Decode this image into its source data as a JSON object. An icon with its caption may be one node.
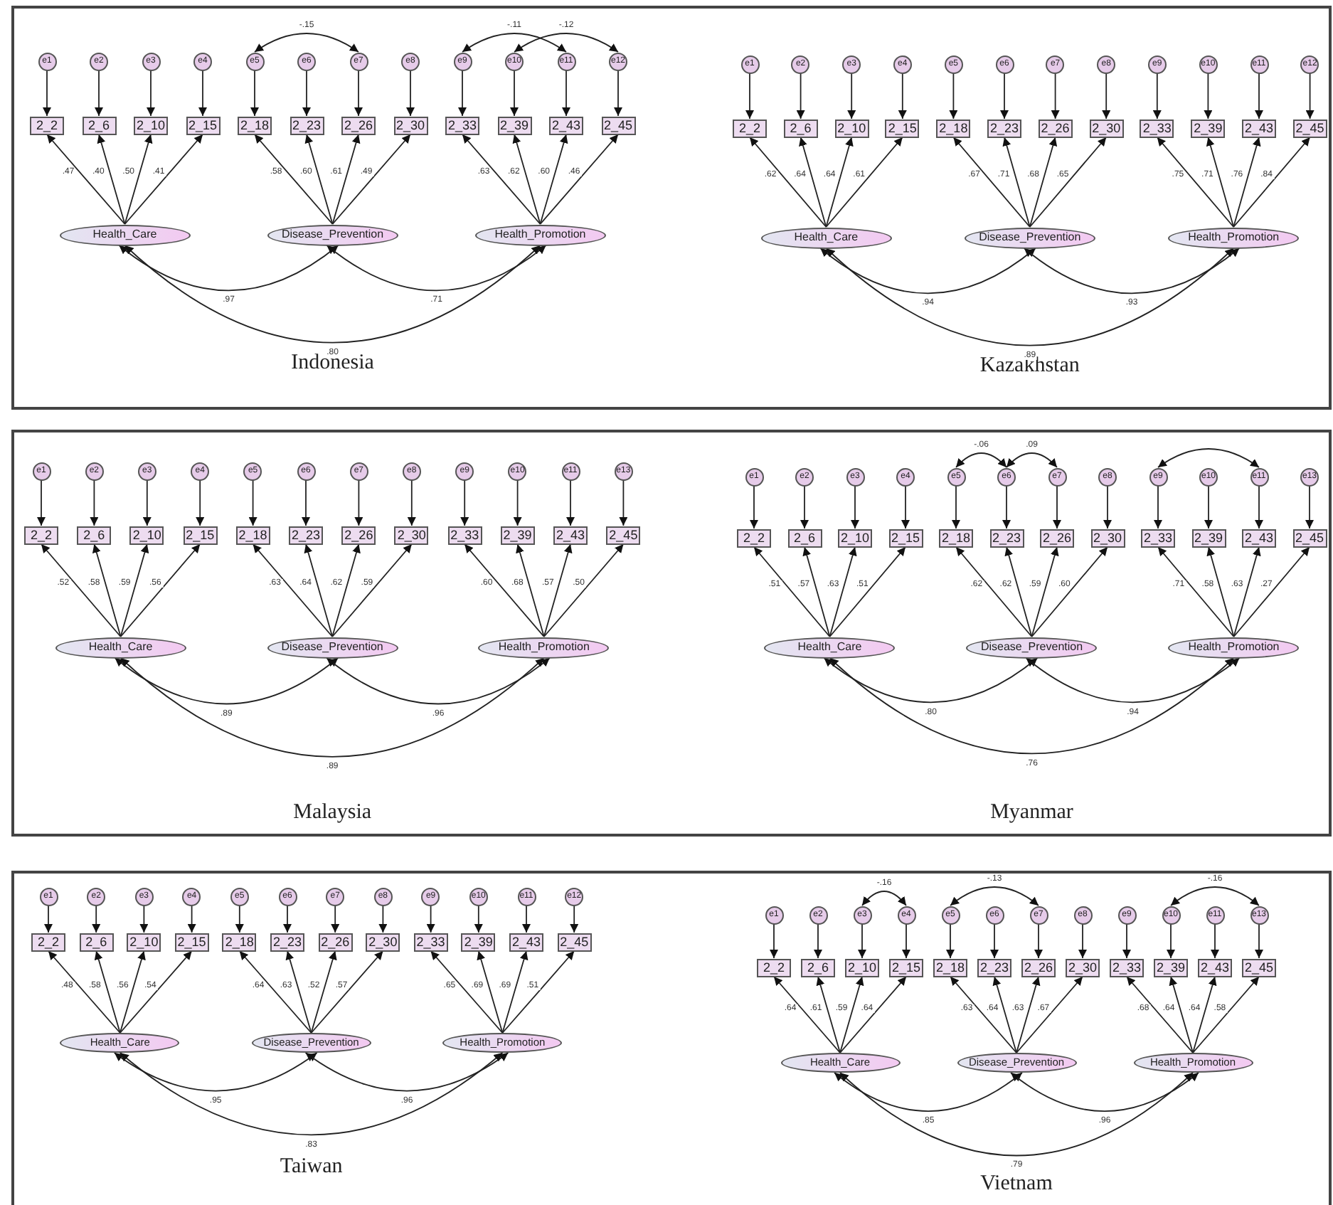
{
  "diagram": {
    "nodes": [
      {
        "text": [
          "Indonesia",
          "Kazakhstan"
        ]
      },
      {
        "text": [
          "e1"
        ],
        "in": 0
      },
      {
        "text": [
          "e2"
        ],
        "in": 0
      },
      {
        "text": [
          "e3"
        ],
        "in": 0
      },
      {
        "text": [
          "e4"
        ],
        "in": 0
      },
      {
        "text": [
          "e5"
        ],
        "in": 0
      },
      {
        "text": [
          "e6"
        ],
        "in": 0
      },
      {
        "text": [
          "e7"
        ],
        "in": 0
      },
      {
        "text": [
          "e8"
        ],
        "in": 0
      },
      {
        "text": [
          "e9"
        ],
        "in": 0
      },
      {
        "text": [
          "e10"
        ],
        "in": 0
      },
      {
        "text": [
          "e11"
        ],
        "in": 0
      },
      {
        "text": [
          "e12"
        ],
        "in": 0
      },
      {
        "text": [
          "2_2"
        ],
        "in": 0
      },
      {
        "text": [
          "2_6"
        ],
        "in": 0
      },
      {
        "text": [
          "2_10"
        ],
        "in": 0
      },
      {
        "text": [
          "2_15"
        ],
        "in": 0
      },
      {
        "text": [
          "2_18"
        ],
        "in": 0
      },
      {
        "text": [
          "2_23"
        ],
        "in": 0
      },
      {
        "text": [
          "2_26"
        ],
        "in": 0
      },
      {
        "text": [
          "2_30"
        ],
        "in": 0
      },
      {
        "text": [
          "2_33"
        ],
        "in": 0
      },
      {
        "text": [
          "2_39"
        ],
        "in": 0
      },
      {
        "text": [
          "2_43"
        ],
        "in": 0
      },
      {
        "text": [
          "2_45"
        ],
        "in": 0
      },
      {
        "text": [
          "Health_Care"
        ],
        "in": 0
      },
      {
        "text": [
          "Disease_Prevention"
        ],
        "in": 0
      },
      {
        "text": [
          "Health_Promotion"
        ],
        "in": 0
      },
      {
        "text": [
          "e1"
        ],
        "in": 0
      },
      {
        "text": [
          "e2"
        ],
        "in": 0
      },
      {
        "text": [
          "e3"
        ],
        "in": 0
      },
      {
        "text": [
          "e4"
        ],
        "in": 0
      },
      {
        "text": [
          "e5"
        ],
        "in": 0
      },
      {
        "text": [
          "e6"
        ],
        "in": 0
      },
      {
        "text": [
          "e7"
        ],
        "in": 0
      },
      {
        "text": [
          "e8"
        ],
        "in": 0
      },
      {
        "text": [
          "e9"
        ],
        "in": 0
      },
      {
        "text": [
          "e10"
        ],
        "in": 0
      },
      {
        "text": [
          "e11"
        ],
        "in": 0
      },
      {
        "text": [
          "e12"
        ],
        "in": 0
      },
      {
        "text": [
          "2_2"
        ],
        "in": 0
      },
      {
        "text": [
          "2_6"
        ],
        "in": 0
      },
      {
        "text": [
          "2_10"
        ],
        "in": 0
      },
      {
        "text": [
          "2_15"
        ],
        "in": 0
      },
      {
        "text": [
          "2_18"
        ],
        "in": 0
      },
      {
        "text": [
          "2_23"
        ],
        "in": 0
      },
      {
        "text": [
          "2_26"
        ],
        "in": 0
      },
      {
        "text": [
          "2_30"
        ],
        "in": 0
      },
      {
        "text": [
          "2_33"
        ],
        "in": 0
      },
      {
        "text": [
          "2_39"
        ],
        "in": 0
      },
      {
        "text": [
          "2_43"
        ],
        "in": 0
      },
      {
        "text": [
          "2_45"
        ],
        "in": 0
      },
      {
        "text": [
          "Health_Care"
        ],
        "in": 0
      },
      {
        "text": [
          "Disease_Prevention"
        ],
        "in": 0
      },
      {
        "text": [
          "Health_Promotion"
        ],
        "in": 0
      },
      {
        "text": [
          "Malaysia",
          "Myanmar"
        ]
      },
      {
        "text": [
          "e1"
        ],
        "in": 55
      },
      {
        "text": [
          "e2"
        ],
        "in": 55
      },
      {
        "text": [
          "e3"
        ],
        "in": 55
      },
      {
        "text": [
          "e4"
        ],
        "in": 55
      },
      {
        "text": [
          "e5"
        ],
        "in": 55
      },
      {
        "text": [
          "e6"
        ],
        "in": 55
      },
      {
        "text": [
          "e7"
        ],
        "in": 55
      },
      {
        "text": [
          "e8"
        ],
        "in": 55
      },
      {
        "text": [
          "e9"
        ],
        "in": 55
      },
      {
        "text": [
          "e10"
        ],
        "in": 55
      },
      {
        "text": [
          "e11"
        ],
        "in": 55
      },
      {
        "text": [
          "e13"
        ],
        "in": 55
      },
      {
        "text": [
          "2_2"
        ],
        "in": 55
      },
      {
        "text": [
          "2_6"
        ],
        "in": 55
      },
      {
        "text": [
          "2_10"
        ],
        "in": 55
      },
      {
        "text": [
          "2_15"
        ],
        "in": 55
      },
      {
        "text": [
          "2_18"
        ],
        "in": 55
      },
      {
        "text": [
          "2_23"
        ],
        "in": 55
      },
      {
        "text": [
          "2_26"
        ],
        "in": 55
      },
      {
        "text": [
          "2_30"
        ],
        "in": 55
      },
      {
        "text": [
          "2_33"
        ],
        "in": 55
      },
      {
        "text": [
          "2_39"
        ],
        "in": 55
      },
      {
        "text": [
          "2_43"
        ],
        "in": 55
      },
      {
        "text": [
          "2_45"
        ],
        "in": 55
      },
      {
        "text": [
          "Health_Care"
        ],
        "in": 55
      },
      {
        "text": [
          "Disease_Prevention"
        ],
        "in": 55
      },
      {
        "text": [
          "Health_Promotion"
        ],
        "in": 55
      },
      {
        "text": [
          "e1"
        ],
        "in": 55
      },
      {
        "text": [
          "e2"
        ],
        "in": 55
      },
      {
        "text": [
          "e3"
        ],
        "in": 55
      },
      {
        "text": [
          "e4"
        ],
        "in": 55
      },
      {
        "text": [
          "e5"
        ],
        "in": 55
      },
      {
        "text": [
          "e6"
        ],
        "in": 55
      },
      {
        "text": [
          "e7"
        ],
        "in": 55
      },
      {
        "text": [
          "e8"
        ],
        "in": 55
      },
      {
        "text": [
          "e9"
        ],
        "in": 55
      },
      {
        "text": [
          "e10"
        ],
        "in": 55
      },
      {
        "text": [
          "e11"
        ],
        "in": 55
      },
      {
        "text": [
          "e13"
        ],
        "in": 55
      },
      {
        "text": [
          "2_2"
        ],
        "in": 55
      },
      {
        "text": [
          "2_6"
        ],
        "in": 55
      },
      {
        "text": [
          "2_10"
        ],
        "in": 55
      },
      {
        "text": [
          "2_15"
        ],
        "in": 55
      },
      {
        "text": [
          "2_18"
        ],
        "in": 55
      },
      {
        "text": [
          "2_23"
        ],
        "in": 55
      },
      {
        "text": [
          "2_26"
        ],
        "in": 55
      },
      {
        "text": [
          "2_30"
        ],
        "in": 55
      },
      {
        "text": [
          "2_33"
        ],
        "in": 55
      },
      {
        "text": [
          "2_39"
        ],
        "in": 55
      },
      {
        "text": [
          "2_43"
        ],
        "in": 55
      },
      {
        "text": [
          "2_45"
        ],
        "in": 55
      },
      {
        "text": [
          "Health_Care"
        ],
        "in": 55
      },
      {
        "text": [
          "Disease_Prevention"
        ],
        "in": 55
      },
      {
        "text": [
          "Health_Promotion"
        ],
        "in": 55
      },
      {
        "text": [
          "Taiwan",
          "Vietnam"
        ]
      },
      {
        "text": [
          "e1"
        ],
        "in": 110
      },
      {
        "text": [
          "e2"
        ],
        "in": 110
      },
      {
        "text": [
          "e3"
        ],
        "in": 110
      },
      {
        "text": [
          "e4"
        ],
        "in": 110
      },
      {
        "text": [
          "e5"
        ],
        "in": 110
      },
      {
        "text": [
          "e6"
        ],
        "in": 110
      },
      {
        "text": [
          "e7"
        ],
        "in": 110
      },
      {
        "text": [
          "e8"
        ],
        "in": 110
      },
      {
        "text": [
          "e9"
        ],
        "in": 110
      },
      {
        "text": [
          "e10"
        ],
        "in": 110
      },
      {
        "text": [
          "e11"
        ],
        "in": 110
      },
      {
        "text": [
          "e12"
        ],
        "in": 110
      },
      {
        "text": [
          "2_2"
        ],
        "in": 110
      },
      {
        "text": [
          "2_6"
        ],
        "in": 110
      },
      {
        "text": [
          "2_10"
        ],
        "in": 110
      },
      {
        "text": [
          "2_15"
        ],
        "in": 110
      },
      {
        "text": [
          "2_18"
        ],
        "in": 110
      },
      {
        "text": [
          "2_23"
        ],
        "in": 110
      },
      {
        "text": [
          "2_26"
        ],
        "in": 110
      },
      {
        "text": [
          "2_30"
        ],
        "in": 110
      },
      {
        "text": [
          "2_33"
        ],
        "in": 110
      },
      {
        "text": [
          "2_39"
        ],
        "in": 110
      },
      {
        "text": [
          "2_43"
        ],
        "in": 110
      },
      {
        "text": [
          "2_45"
        ],
        "in": 110
      },
      {
        "text": [
          "Health_Care"
        ],
        "in": 110
      },
      {
        "text": [
          "Disease_Prevention"
        ],
        "in": 110
      },
      {
        "text": [
          "Health_Promotion"
        ],
        "in": 110
      },
      {
        "text": [
          "e1"
        ],
        "in": 110
      },
      {
        "text": [
          "e2"
        ],
        "in": 110
      },
      {
        "text": [
          "e3"
        ],
        "in": 110
      },
      {
        "text": [
          "e4"
        ],
        "in": 110
      },
      {
        "text": [
          "e5"
        ],
        "in": 110
      },
      {
        "text": [
          "e6"
        ],
        "in": 110
      },
      {
        "text": [
          "e7"
        ],
        "in": 110
      },
      {
        "text": [
          "e8"
        ],
        "in": 110
      },
      {
        "text": [
          "e9"
        ],
        "in": 110
      },
      {
        "text": [
          "e10"
        ],
        "in": 110
      },
      {
        "text": [
          "e11"
        ],
        "in": 110
      },
      {
        "text": [
          "e13"
        ],
        "in": 110
      },
      {
        "text": [
          "2_2"
        ],
        "in": 110
      },
      {
        "text": [
          "2_6"
        ],
        "in": 110
      },
      {
        "text": [
          "2_10"
        ],
        "in": 110
      },
      {
        "text": [
          "2_15"
        ],
        "in": 110
      },
      {
        "text": [
          "2_18"
        ],
        "in": 110
      },
      {
        "text": [
          "2_23"
        ],
        "in": 110
      },
      {
        "text": [
          "2_26"
        ],
        "in": 110
      },
      {
        "text": [
          "2_30"
        ],
        "in": 110
      },
      {
        "text": [
          "2_33"
        ],
        "in": 110
      },
      {
        "text": [
          "2_39"
        ],
        "in": 110
      },
      {
        "text": [
          "2_43"
        ],
        "in": 110
      },
      {
        "text": [
          "2_45"
        ],
        "in": 110
      },
      {
        "text": [
          "Health_Care"
        ],
        "in": 110
      },
      {
        "text": [
          "Disease_Prevention"
        ],
        "in": 110
      },
      {
        "text": [
          "Health_Promotion"
        ],
        "in": 110
      }
    ],
    "edges": [
      {
        "from": 1,
        "to": 13,
        "arrow": "to"
      },
      {
        "from": 2,
        "to": 14,
        "arrow": "to"
      },
      {
        "from": 3,
        "to": 15,
        "arrow": "to"
      },
      {
        "from": 4,
        "to": 16,
        "arrow": "to"
      },
      {
        "from": 5,
        "to": 17,
        "arrow": "to"
      },
      {
        "from": 6,
        "to": 18,
        "arrow": "to"
      },
      {
        "from": 7,
        "to": 19,
        "arrow": "to"
      },
      {
        "from": 8,
        "to": 20,
        "arrow": "to"
      },
      {
        "from": 9,
        "to": 21,
        "arrow": "to"
      },
      {
        "from": 10,
        "to": 22,
        "arrow": "to"
      },
      {
        "from": 11,
        "to": 23,
        "arrow": "to"
      },
      {
        "from": 12,
        "to": 24,
        "arrow": "to"
      },
      {
        "from": 25,
        "to": 13,
        "arrow": "to",
        "label": ".47"
      },
      {
        "from": 25,
        "to": 14,
        "arrow": "to",
        "label": ".40"
      },
      {
        "from": 25,
        "to": 15,
        "arrow": "to",
        "label": ".50"
      },
      {
        "from": 25,
        "to": 16,
        "arrow": "to",
        "label": ".41"
      },
      {
        "from": 26,
        "to": 17,
        "arrow": "to",
        "label": ".58"
      },
      {
        "from": 26,
        "to": 18,
        "arrow": "to",
        "label": ".60"
      },
      {
        "from": 26,
        "to": 19,
        "arrow": "to",
        "label": ".61"
      },
      {
        "from": 26,
        "to": 20,
        "arrow": "to",
        "label": ".49"
      },
      {
        "from": 27,
        "to": 21,
        "arrow": "to",
        "label": ".63"
      },
      {
        "from": 27,
        "to": 22,
        "arrow": "to",
        "label": ".62"
      },
      {
        "from": 27,
        "to": 23,
        "arrow": "to",
        "label": ".60"
      },
      {
        "from": 27,
        "to": 24,
        "arrow": "to",
        "label": ".46"
      },
      {
        "from": 25,
        "to": 26,
        "arrow": "both",
        "label": ".97"
      },
      {
        "from": 26,
        "to": 27,
        "arrow": "both",
        "label": ".71"
      },
      {
        "from": 25,
        "to": 27,
        "arrow": "both",
        "label": ".80"
      },
      {
        "from": 5,
        "to": 7,
        "arrow": "both",
        "label": "-.15"
      },
      {
        "from": 9,
        "to": 11,
        "arrow": "both",
        "label": "-.11"
      },
      {
        "from": 10,
        "to": 12,
        "arrow": "both",
        "label": "-.12"
      },
      {
        "from": 28,
        "to": 40,
        "arrow": "to"
      },
      {
        "from": 29,
        "to": 41,
        "arrow": "to"
      },
      {
        "from": 30,
        "to": 42,
        "arrow": "to"
      },
      {
        "from": 31,
        "to": 43,
        "arrow": "to"
      },
      {
        "from": 32,
        "to": 44,
        "arrow": "to"
      },
      {
        "from": 33,
        "to": 45,
        "arrow": "to"
      },
      {
        "from": 34,
        "to": 46,
        "arrow": "to"
      },
      {
        "from": 35,
        "to": 47,
        "arrow": "to"
      },
      {
        "from": 36,
        "to": 48,
        "arrow": "to"
      },
      {
        "from": 37,
        "to": 49,
        "arrow": "to"
      },
      {
        "from": 38,
        "to": 50,
        "arrow": "to"
      },
      {
        "from": 39,
        "to": 51,
        "arrow": "to"
      },
      {
        "from": 52,
        "to": 40,
        "arrow": "to",
        "label": ".62"
      },
      {
        "from": 52,
        "to": 41,
        "arrow": "to",
        "label": ".64"
      },
      {
        "from": 52,
        "to": 42,
        "arrow": "to",
        "label": ".64"
      },
      {
        "from": 52,
        "to": 43,
        "arrow": "to",
        "label": ".61"
      },
      {
        "from": 53,
        "to": 44,
        "arrow": "to",
        "label": ".67"
      },
      {
        "from": 53,
        "to": 45,
        "arrow": "to",
        "label": ".71"
      },
      {
        "from": 53,
        "to": 46,
        "arrow": "to",
        "label": ".68"
      },
      {
        "from": 53,
        "to": 47,
        "arrow": "to",
        "label": ".65"
      },
      {
        "from": 54,
        "to": 48,
        "arrow": "to",
        "label": ".75"
      },
      {
        "from": 54,
        "to": 49,
        "arrow": "to",
        "label": ".71"
      },
      {
        "from": 54,
        "to": 50,
        "arrow": "to",
        "label": ".76"
      },
      {
        "from": 54,
        "to": 51,
        "arrow": "to",
        "label": ".84"
      },
      {
        "from": 52,
        "to": 53,
        "arrow": "both",
        "label": ".94"
      },
      {
        "from": 53,
        "to": 54,
        "arrow": "both",
        "label": ".93"
      },
      {
        "from": 52,
        "to": 54,
        "arrow": "both",
        "label": ".89"
      },
      {
        "from": 56,
        "to": 68,
        "arrow": "to"
      },
      {
        "from": 57,
        "to": 69,
        "arrow": "to"
      },
      {
        "from": 58,
        "to": 70,
        "arrow": "to"
      },
      {
        "from": 59,
        "to": 71,
        "arrow": "to"
      },
      {
        "from": 60,
        "to": 72,
        "arrow": "to"
      },
      {
        "from": 61,
        "to": 73,
        "arrow": "to"
      },
      {
        "from": 62,
        "to": 74,
        "arrow": "to"
      },
      {
        "from": 63,
        "to": 75,
        "arrow": "to"
      },
      {
        "from": 64,
        "to": 76,
        "arrow": "to"
      },
      {
        "from": 65,
        "to": 77,
        "arrow": "to"
      },
      {
        "from": 66,
        "to": 78,
        "arrow": "to"
      },
      {
        "from": 67,
        "to": 79,
        "arrow": "to"
      },
      {
        "from": 80,
        "to": 68,
        "arrow": "to",
        "label": ".52"
      },
      {
        "from": 80,
        "to": 69,
        "arrow": "to",
        "label": ".58"
      },
      {
        "from": 80,
        "to": 70,
        "arrow": "to",
        "label": ".59"
      },
      {
        "from": 80,
        "to": 71,
        "arrow": "to",
        "label": ".56"
      },
      {
        "from": 81,
        "to": 72,
        "arrow": "to",
        "label": ".63"
      },
      {
        "from": 81,
        "to": 73,
        "arrow": "to",
        "label": ".64"
      },
      {
        "from": 81,
        "to": 74,
        "arrow": "to",
        "label": ".62"
      },
      {
        "from": 81,
        "to": 75,
        "arrow": "to",
        "label": ".59"
      },
      {
        "from": 82,
        "to": 76,
        "arrow": "to",
        "label": ".60"
      },
      {
        "from": 82,
        "to": 77,
        "arrow": "to",
        "label": ".68"
      },
      {
        "from": 82,
        "to": 78,
        "arrow": "to",
        "label": ".57"
      },
      {
        "from": 82,
        "to": 79,
        "arrow": "to",
        "label": ".50"
      },
      {
        "from": 80,
        "to": 81,
        "arrow": "both",
        "label": ".89"
      },
      {
        "from": 81,
        "to": 82,
        "arrow": "both",
        "label": ".96"
      },
      {
        "from": 80,
        "to": 82,
        "arrow": "both",
        "label": ".89"
      },
      {
        "from": 83,
        "to": 95,
        "arrow": "to"
      },
      {
        "from": 84,
        "to": 96,
        "arrow": "to"
      },
      {
        "from": 85,
        "to": 97,
        "arrow": "to"
      },
      {
        "from": 86,
        "to": 98,
        "arrow": "to"
      },
      {
        "from": 87,
        "to": 99,
        "arrow": "to"
      },
      {
        "from": 88,
        "to": 100,
        "arrow": "to"
      },
      {
        "from": 89,
        "to": 101,
        "arrow": "to"
      },
      {
        "from": 90,
        "to": 102,
        "arrow": "to"
      },
      {
        "from": 91,
        "to": 103,
        "arrow": "to"
      },
      {
        "from": 92,
        "to": 104,
        "arrow": "to"
      },
      {
        "from": 93,
        "to": 105,
        "arrow": "to"
      },
      {
        "from": 94,
        "to": 106,
        "arrow": "to"
      },
      {
        "from": 107,
        "to": 95,
        "arrow": "to",
        "label": ".51"
      },
      {
        "from": 107,
        "to": 96,
        "arrow": "to",
        "label": ".57"
      },
      {
        "from": 107,
        "to": 97,
        "arrow": "to",
        "label": ".63"
      },
      {
        "from": 107,
        "to": 98,
        "arrow": "to",
        "label": ".51"
      },
      {
        "from": 108,
        "to": 99,
        "arrow": "to",
        "label": ".62"
      },
      {
        "from": 108,
        "to": 100,
        "arrow": "to",
        "label": ".62"
      },
      {
        "from": 108,
        "to": 101,
        "arrow": "to",
        "label": ".59"
      },
      {
        "from": 108,
        "to": 102,
        "arrow": "to",
        "label": ".60"
      },
      {
        "from": 109,
        "to": 103,
        "arrow": "to",
        "label": ".71"
      },
      {
        "from": 109,
        "to": 104,
        "arrow": "to",
        "label": ".58"
      },
      {
        "from": 109,
        "to": 105,
        "arrow": "to",
        "label": ".63"
      },
      {
        "from": 109,
        "to": 106,
        "arrow": "to",
        "label": ".27"
      },
      {
        "from": 107,
        "to": 108,
        "arrow": "both",
        "label": ".80"
      },
      {
        "from": 108,
        "to": 109,
        "arrow": "both",
        "label": ".94"
      },
      {
        "from": 107,
        "to": 109,
        "arrow": "both",
        "label": ".76"
      },
      {
        "from": 87,
        "to": 88,
        "arrow": "both",
        "label": "-.06"
      },
      {
        "from": 88,
        "to": 89,
        "arrow": "both",
        "label": ".09"
      },
      {
        "from": 91,
        "to": 93,
        "arrow": "both"
      },
      {
        "from": 111,
        "to": 123,
        "arrow": "to"
      },
      {
        "from": 112,
        "to": 124,
        "arrow": "to"
      },
      {
        "from": 113,
        "to": 125,
        "arrow": "to"
      },
      {
        "from": 114,
        "to": 126,
        "arrow": "to"
      },
      {
        "from": 115,
        "to": 127,
        "arrow": "to"
      },
      {
        "from": 116,
        "to": 128,
        "arrow": "to"
      },
      {
        "from": 117,
        "to": 129,
        "arrow": "to"
      },
      {
        "from": 118,
        "to": 130,
        "arrow": "to"
      },
      {
        "from": 119,
        "to": 131,
        "arrow": "to"
      },
      {
        "from": 120,
        "to": 132,
        "arrow": "to"
      },
      {
        "from": 121,
        "to": 133,
        "arrow": "to"
      },
      {
        "from": 122,
        "to": 134,
        "arrow": "to"
      },
      {
        "from": 135,
        "to": 123,
        "arrow": "to",
        "label": ".48"
      },
      {
        "from": 135,
        "to": 124,
        "arrow": "to",
        "label": ".58"
      },
      {
        "from": 135,
        "to": 125,
        "arrow": "to",
        "label": ".56"
      },
      {
        "from": 135,
        "to": 126,
        "arrow": "to",
        "label": ".54"
      },
      {
        "from": 136,
        "to": 127,
        "arrow": "to",
        "label": ".64"
      },
      {
        "from": 136,
        "to": 128,
        "arrow": "to",
        "label": ".63"
      },
      {
        "from": 136,
        "to": 129,
        "arrow": "to",
        "label": ".52"
      },
      {
        "from": 136,
        "to": 130,
        "arrow": "to",
        "label": ".57"
      },
      {
        "from": 137,
        "to": 131,
        "arrow": "to",
        "label": ".65"
      },
      {
        "from": 137,
        "to": 132,
        "arrow": "to",
        "label": ".69"
      },
      {
        "from": 137,
        "to": 133,
        "arrow": "to",
        "label": ".69"
      },
      {
        "from": 137,
        "to": 134,
        "arrow": "to",
        "label": ".51"
      },
      {
        "from": 135,
        "to": 136,
        "arrow": "both",
        "label": ".95"
      },
      {
        "from": 136,
        "to": 137,
        "arrow": "both",
        "label": ".96"
      },
      {
        "from": 135,
        "to": 137,
        "arrow": "both",
        "label": ".83"
      },
      {
        "from": 138,
        "to": 150,
        "arrow": "to"
      },
      {
        "from": 139,
        "to": 151,
        "arrow": "to"
      },
      {
        "from": 140,
        "to": 152,
        "arrow": "to"
      },
      {
        "from": 141,
        "to": 153,
        "arrow": "to"
      },
      {
        "from": 142,
        "to": 154,
        "arrow": "to"
      },
      {
        "from": 143,
        "to": 155,
        "arrow": "to"
      },
      {
        "from": 144,
        "to": 156,
        "arrow": "to"
      },
      {
        "from": 145,
        "to": 157,
        "arrow": "to"
      },
      {
        "from": 146,
        "to": 158,
        "arrow": "to"
      },
      {
        "from": 147,
        "to": 159,
        "arrow": "to"
      },
      {
        "from": 148,
        "to": 160,
        "arrow": "to"
      },
      {
        "from": 149,
        "to": 161,
        "arrow": "to"
      },
      {
        "from": 162,
        "to": 150,
        "arrow": "to",
        "label": ".64"
      },
      {
        "from": 162,
        "to": 151,
        "arrow": "to",
        "label": ".61"
      },
      {
        "from": 162,
        "to": 152,
        "arrow": "to",
        "label": ".59"
      },
      {
        "from": 162,
        "to": 153,
        "arrow": "to",
        "label": ".64"
      },
      {
        "from": 163,
        "to": 154,
        "arrow": "to",
        "label": ".63"
      },
      {
        "from": 163,
        "to": 155,
        "arrow": "to",
        "label": ".64"
      },
      {
        "from": 163,
        "to": 156,
        "arrow": "to",
        "label": ".63"
      },
      {
        "from": 163,
        "to": 157,
        "arrow": "to",
        "label": ".67"
      },
      {
        "from": 164,
        "to": 158,
        "arrow": "to",
        "label": ".68"
      },
      {
        "from": 164,
        "to": 159,
        "arrow": "to",
        "label": ".64"
      },
      {
        "from": 164,
        "to": 160,
        "arrow": "to",
        "label": ".64"
      },
      {
        "from": 164,
        "to": 161,
        "arrow": "to",
        "label": ".58"
      },
      {
        "from": 162,
        "to": 163,
        "arrow": "both",
        "label": ".85"
      },
      {
        "from": 163,
        "to": 164,
        "arrow": "both",
        "label": ".96"
      },
      {
        "from": 162,
        "to": 164,
        "arrow": "both",
        "label": ".79"
      },
      {
        "from": 140,
        "to": 141,
        "arrow": "both",
        "label": "-.16"
      },
      {
        "from": 142,
        "to": 144,
        "arrow": "both",
        "label": "-.13"
      },
      {
        "from": 147,
        "to": 149,
        "arrow": "both",
        "label": "-.16"
      }
    ]
  }
}
